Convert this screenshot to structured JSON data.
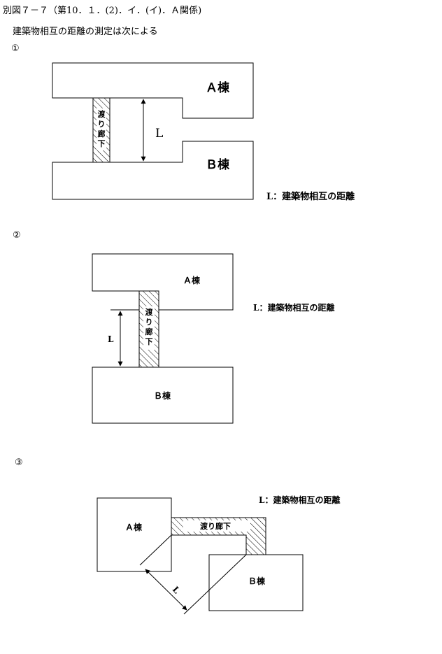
{
  "header": {
    "title": "別図７－７（第10．１．(2)．イ．(イ)．Ａ関係)",
    "subtitle": "建築物相互の距離の測定は次による"
  },
  "figures": [
    {
      "number": "①",
      "building_a": "Ａ棟",
      "building_b": "Ｂ棟",
      "corridor": [
        "渡",
        "り",
        "廊",
        "下"
      ],
      "distance_label": "L",
      "legend": "L：建築物相互の距離"
    },
    {
      "number": "②",
      "building_a": "Ａ棟",
      "building_b": "Ｂ棟",
      "corridor": [
        "渡",
        "り",
        "廊",
        "下"
      ],
      "distance_label": "L",
      "legend": "L：建築物相互の距離"
    },
    {
      "number": "③",
      "building_a": "Ａ棟",
      "building_b": "Ｂ棟",
      "corridor_text": "渡り廊下",
      "distance_label": "L",
      "legend": "L：建築物相互の距離"
    }
  ]
}
